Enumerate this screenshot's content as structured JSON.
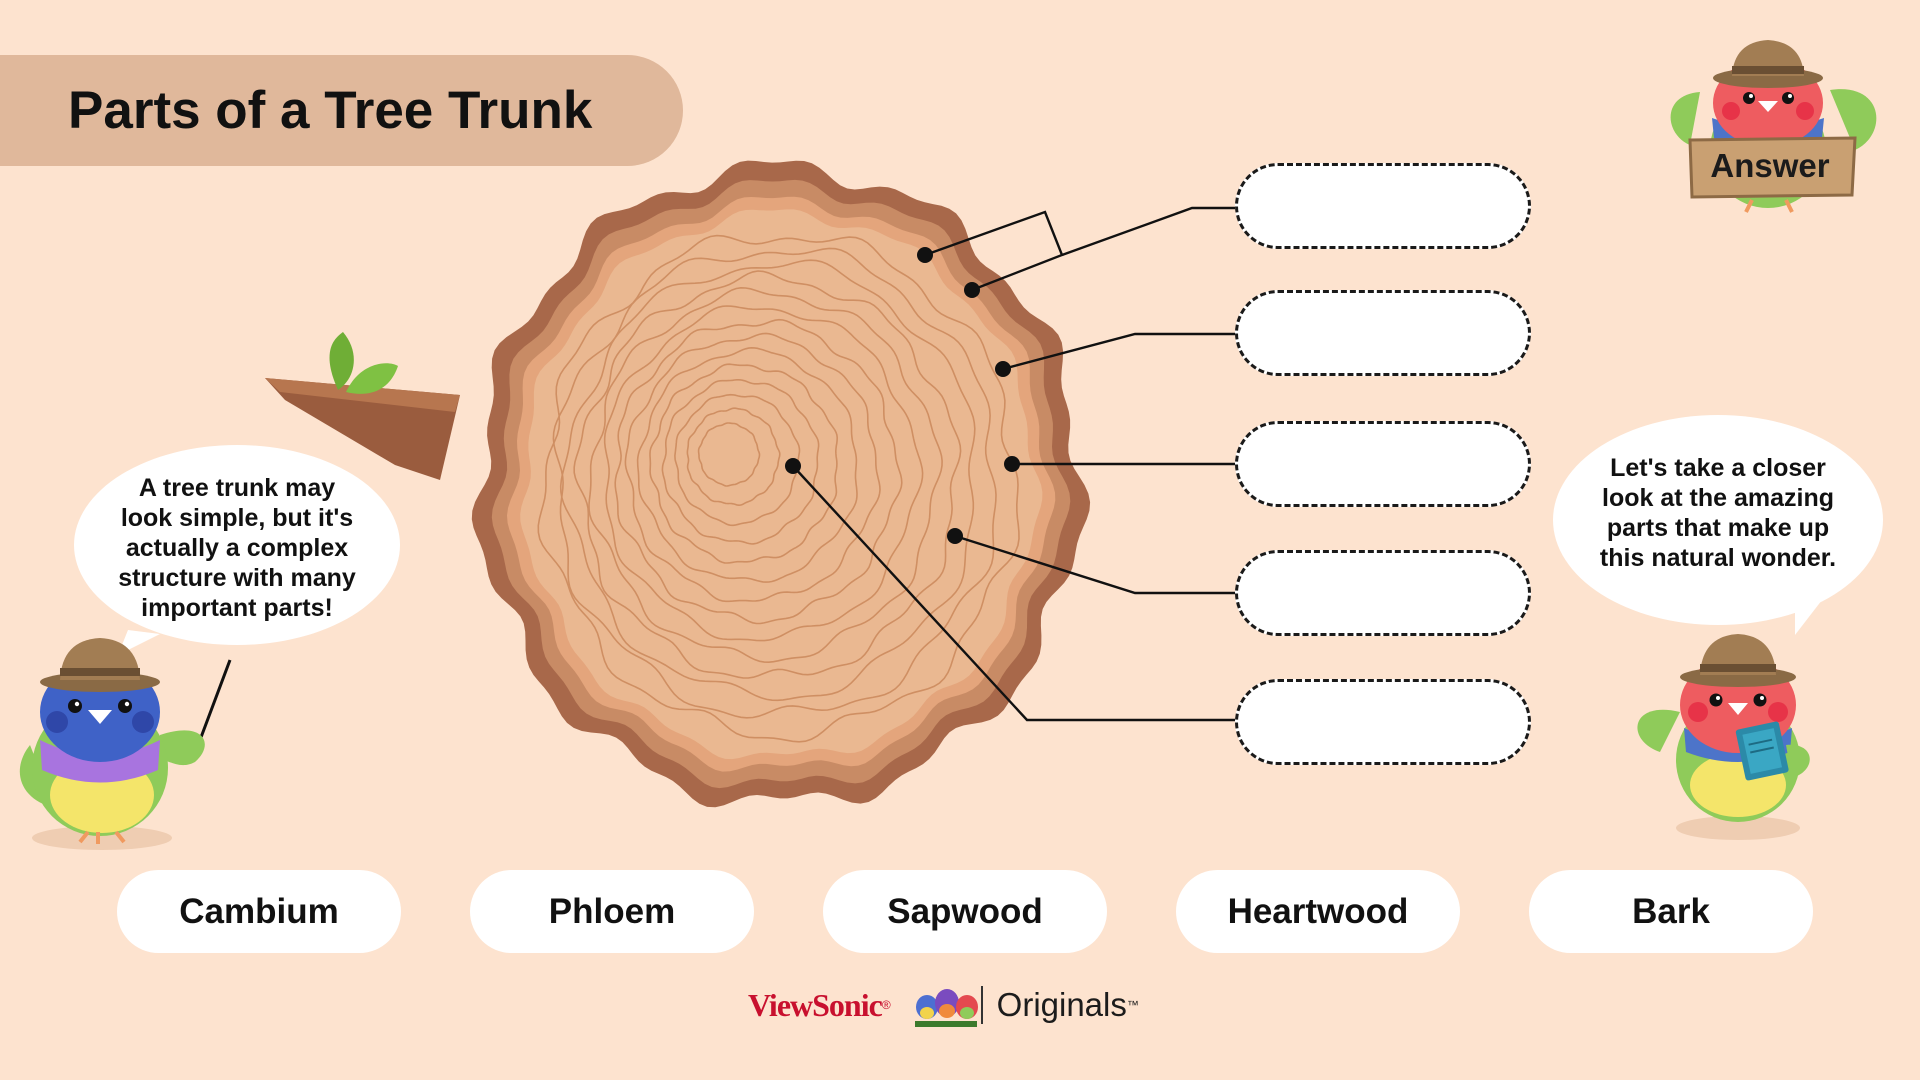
{
  "title": "Parts of a Tree Trunk",
  "answer_button": {
    "label": "Answer"
  },
  "bubbles": {
    "left": [
      "A tree trunk may",
      "look simple, but it's",
      "actually a complex",
      "structure with many",
      "important parts!"
    ],
    "right": [
      "Let's take a closer",
      "look at the amazing",
      "parts that make up",
      "this natural wonder."
    ]
  },
  "word_bank": [
    "Cambium",
    "Phloem",
    "Sapwood",
    "Heartwood",
    "Bark"
  ],
  "brand": {
    "company": "ViewSonic",
    "mark": "®",
    "series": "Originals",
    "trademark": "™"
  },
  "colors": {
    "background": "#fde3cf",
    "title_banner": "#e0b89b",
    "bark_dark": "#a8684a",
    "bark_light": "#c88b65",
    "wood": "#eab891",
    "rings": "#cf8f63"
  }
}
